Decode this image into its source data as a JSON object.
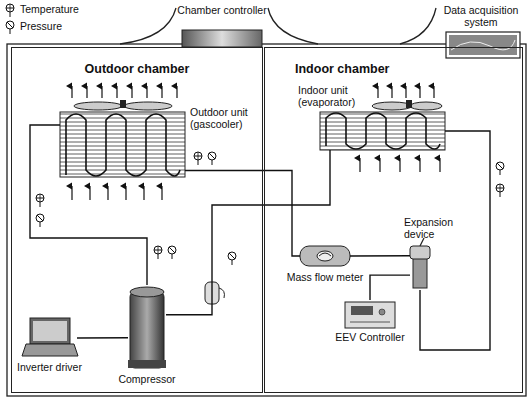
{
  "diagram": {
    "nodes": [
      {
        "text": [
          "Outdoor chamber"
        ]
      },
      {
        "text": [
          "Indoor chamber"
        ]
      },
      {
        "text": [
          "Chamber controller"
        ]
      },
      {
        "text": [
          "Data acquisition system"
        ]
      },
      {
        "text": [
          "Outdoor unit (gascooler)"
        ],
        "in": 0
      },
      {
        "text": [
          "Compressor"
        ],
        "in": 0
      },
      {
        "text": [
          "Inverter driver"
        ],
        "in": 0
      },
      {
        "text": [
          "Indoor unit (evaporator)"
        ],
        "in": 1
      },
      {
        "text": [
          "Mass flow meter"
        ],
        "in": 1
      },
      {
        "text": [
          "Expansion device"
        ],
        "in": 1
      },
      {
        "text": [
          "EEV Controller"
        ],
        "in": 1
      }
    ],
    "edges": [
      {
        "from": 5,
        "to": 4,
        "arrow": "none"
      },
      {
        "from": 4,
        "to": 8,
        "arrow": "none"
      },
      {
        "from": 8,
        "to": 9,
        "arrow": "none"
      },
      {
        "from": 9,
        "to": 7,
        "arrow": "none"
      },
      {
        "from": 7,
        "to": 5,
        "arrow": "none"
      },
      {
        "from": 6,
        "to": 5,
        "arrow": "none"
      },
      {
        "from": 10,
        "to": 9,
        "arrow": "none"
      }
    ],
    "legend": [
      {
        "text": "Temperature"
      },
      {
        "text": "Pressure"
      }
    ]
  }
}
